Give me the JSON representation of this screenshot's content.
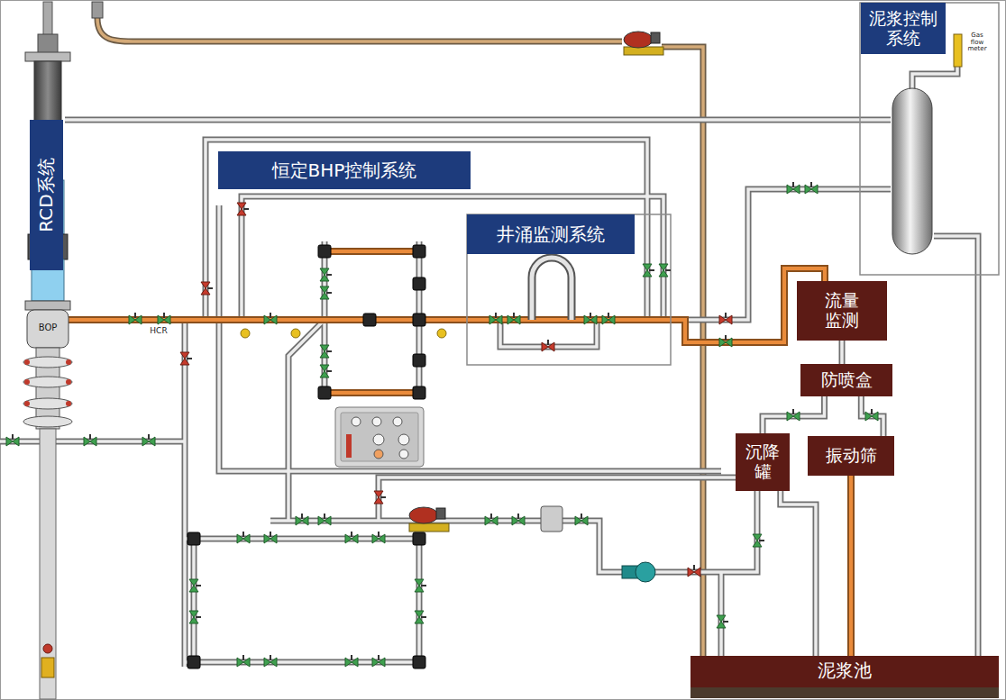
{
  "diagram": {
    "nodes": [
      {
        "text": [
          "泥浆控制 系统"
        ]
      },
      {
        "text": [
          "RCD系统"
        ]
      },
      {
        "text": [
          "恒定BHP控制系统"
        ]
      },
      {
        "text": [
          "井涌监测系统"
        ]
      },
      {
        "text": [
          "流量 监测"
        ]
      },
      {
        "text": [
          "防喷盒"
        ]
      },
      {
        "text": [
          "沉降 罐"
        ]
      },
      {
        "text": [
          "振动筛"
        ]
      },
      {
        "text": [
          "泥浆池"
        ]
      }
    ],
    "edges": [
      {
        "from": 4,
        "to": 5,
        "arrow": "none"
      },
      {
        "from": 5,
        "to": 6,
        "arrow": "none"
      },
      {
        "from": 5,
        "to": 7,
        "arrow": "none"
      },
      {
        "from": 7,
        "to": 8,
        "arrow": "none"
      },
      {
        "from": 6,
        "to": 8,
        "arrow": "none"
      }
    ],
    "labels": [
      "HCR",
      "BOP",
      "Gas flow meter"
    ]
  }
}
